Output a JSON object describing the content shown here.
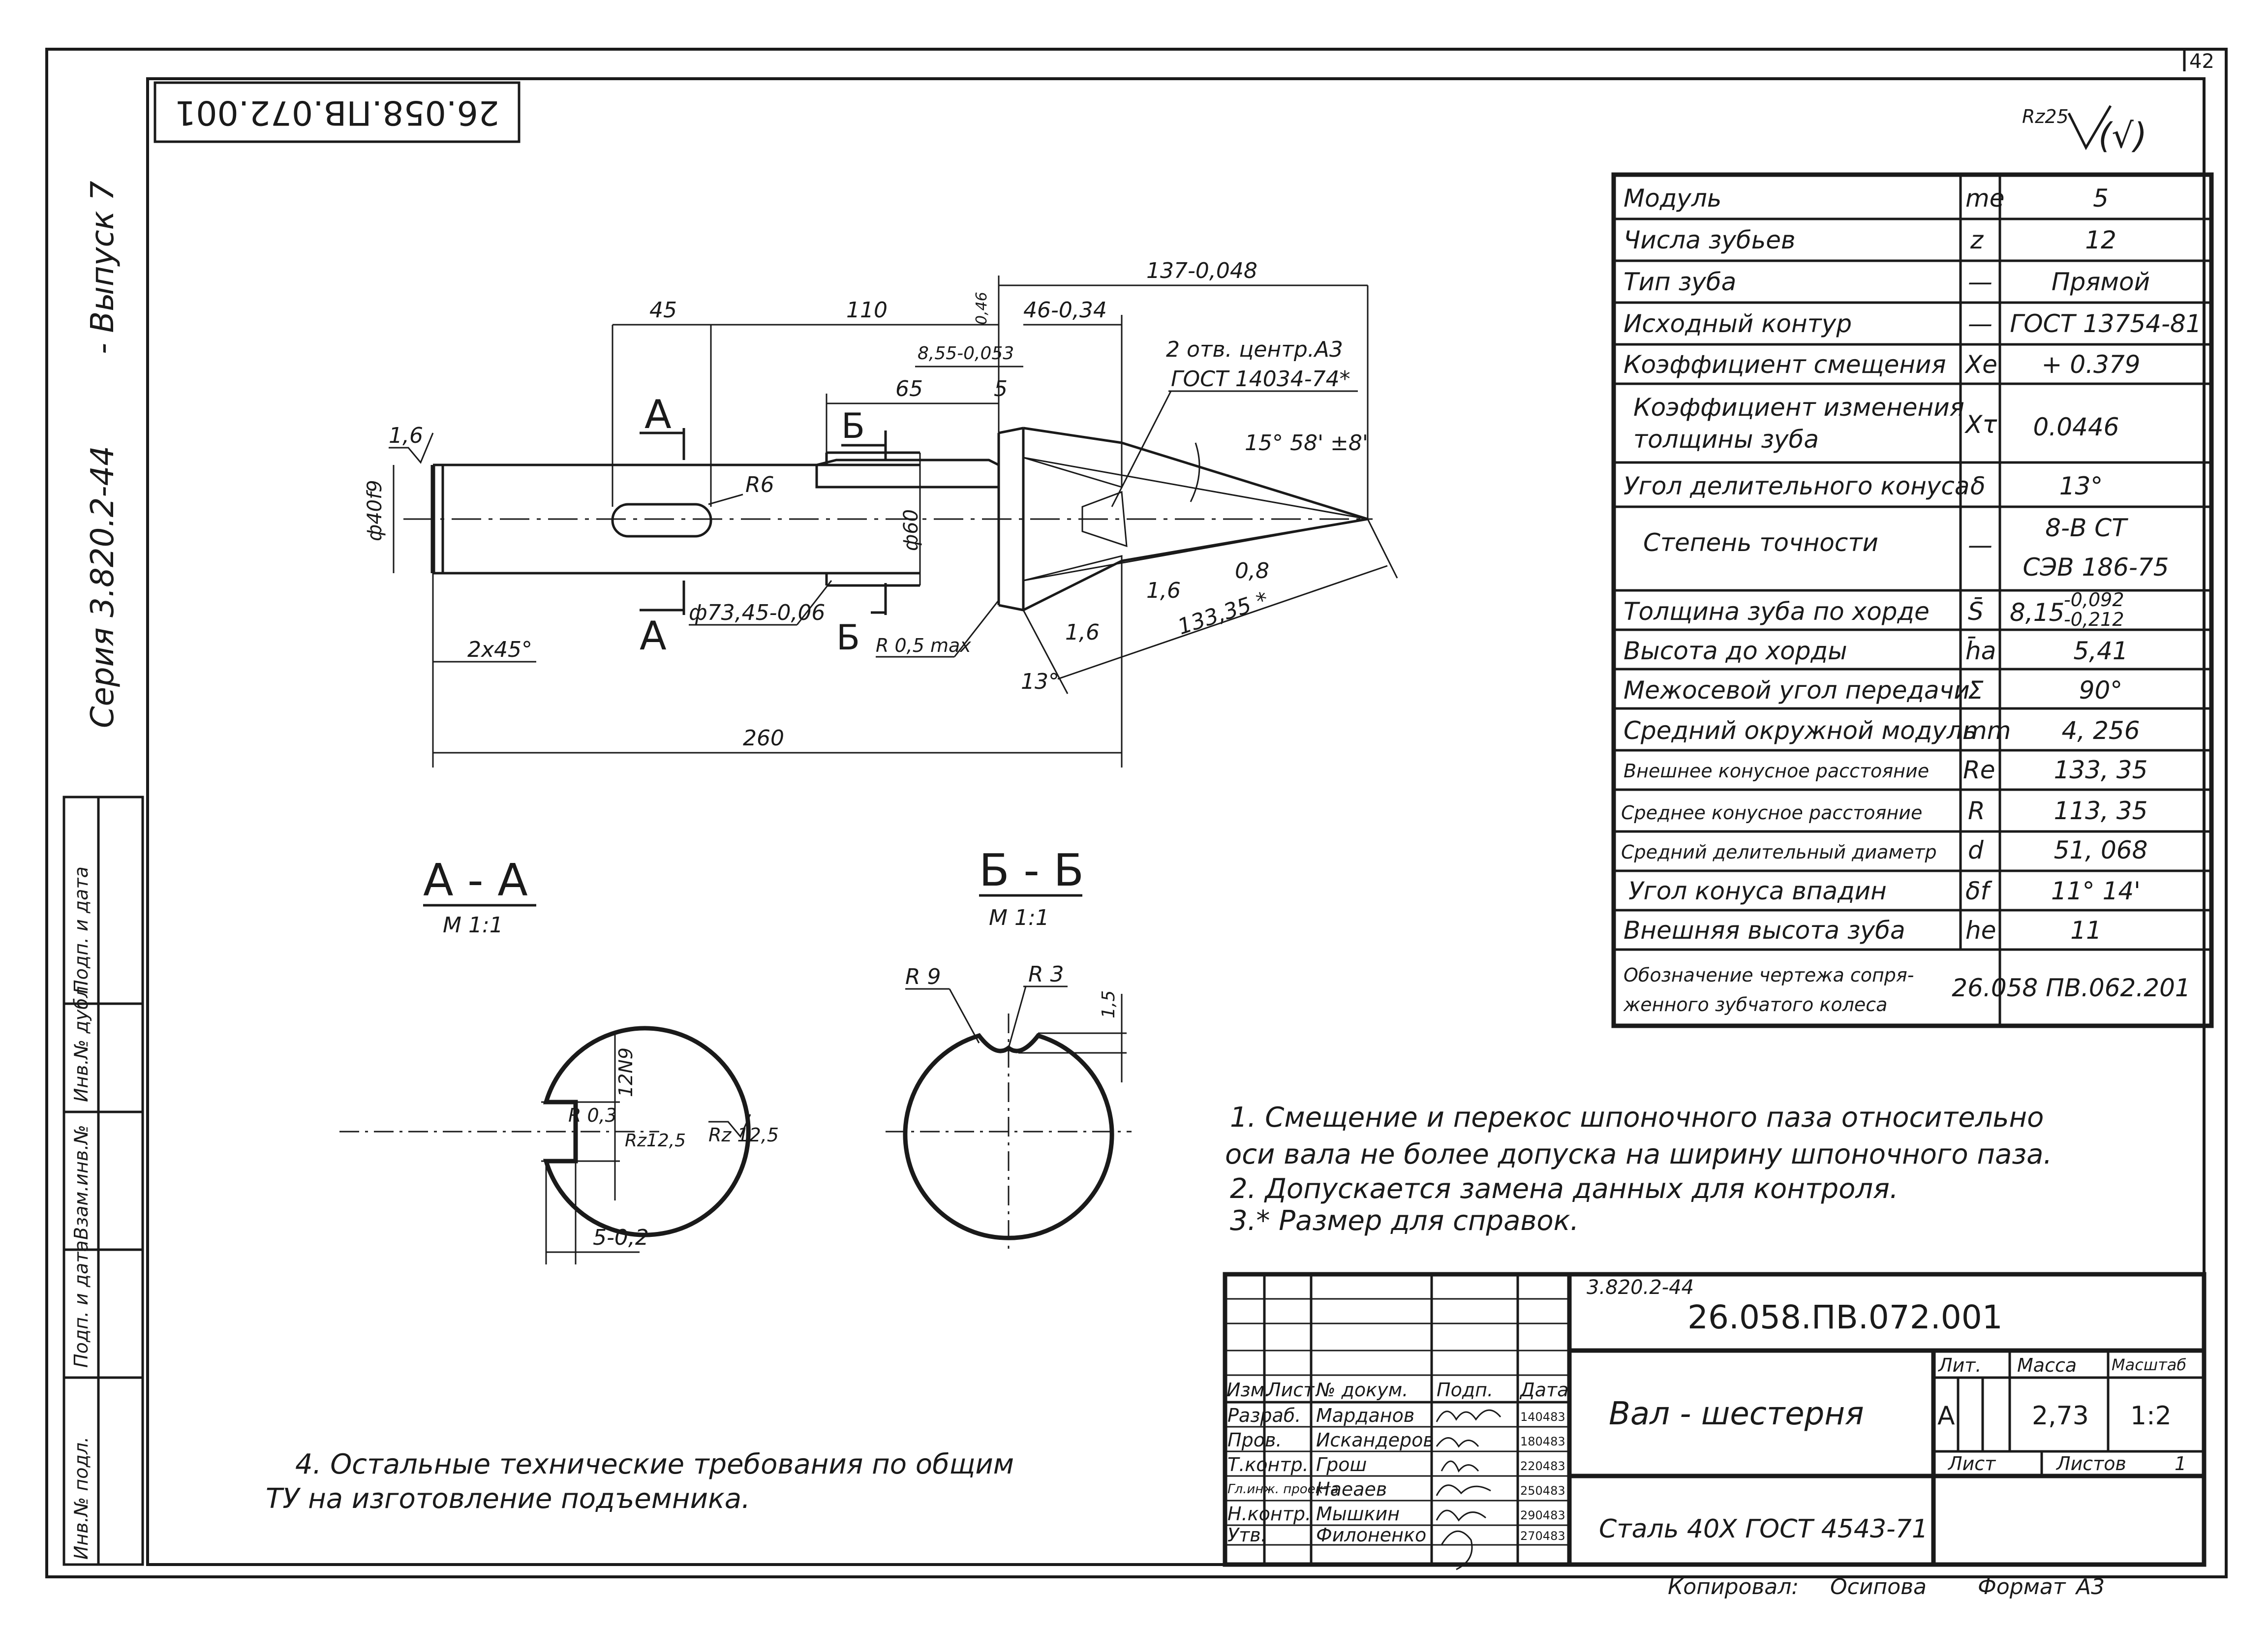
{
  "page_number": "42",
  "top_stamp": "26.058.ПВ.072.001",
  "roughness_mark": "Rz25",
  "roughness_mark_suffix": "(√)",
  "left_margin": {
    "series": "Серия 3.820.2-44",
    "issue": "- Выпуск 7"
  },
  "left_stamp_labels": [
    "Инв.№ подл.",
    "Подп. и дата",
    "Взам.инв.№",
    "Инв.№ дубл.",
    "Подп. и дата"
  ],
  "drawing": {
    "dims": {
      "d45": "45",
      "d110": "110",
      "d137": "137-0,048",
      "d046": "0,46",
      "d46": "46-0,34",
      "d855": "8,55-0,053",
      "d65": "65",
      "d5": "5",
      "holes1": "2 отв. центр.А3",
      "holes2": "ГОСТ 14034-74*",
      "angle": "15° 58' ±8'",
      "r16a": "1,6",
      "r6": "R6",
      "phi40": "ф40f9",
      "phi60": "ф60",
      "phi7345": "ф73,45-0,06",
      "r05": "R 0,5 max",
      "r16b": "1,6",
      "r16c": "1,6",
      "r08": "0,8",
      "d13335": "133,35 *",
      "a13": "13°",
      "chamfer": "2x45°",
      "d260": "260",
      "secA": "A",
      "secB": "Б"
    },
    "sectionAA": {
      "title": "А - А",
      "scale": "М 1:1",
      "w": "12N9",
      "r03": "R 0,3",
      "rz125a": "Rz12,5",
      "rz125b": "Rz 12,5",
      "d5": "5-0,2"
    },
    "sectionBB": {
      "title": "Б - Б",
      "scale": "М 1:1",
      "r9": "R 9",
      "r3": "R 3",
      "d15": "1,5"
    }
  },
  "param_table": [
    {
      "name": "Модуль",
      "sym": "me",
      "val": "5"
    },
    {
      "name": "Числа зубьев",
      "sym": "z",
      "val": "12"
    },
    {
      "name": "Тип зуба",
      "sym": "—",
      "val": "Прямой"
    },
    {
      "name": "Исходный контур",
      "sym": "—",
      "val": "ГОСТ 13754-81"
    },
    {
      "name": "Коэффициент смещения",
      "sym": "Xe",
      "val": "+ 0.379"
    },
    {
      "name": "Коэффициент изменения",
      "name2": "толщины зуба",
      "sym": "Xτ",
      "val": "0.0446"
    },
    {
      "name": "Угол делительного конуса",
      "sym": "δ",
      "val": "13°"
    },
    {
      "name": "Степень точности",
      "sym": "—",
      "val": "8-В СТ",
      "val2": "СЭВ 186-75"
    },
    {
      "name": "Толщина зуба по хорде",
      "sym": "S̄",
      "val": "8,15",
      "val_sup": "-0,092",
      "val_sub": "-0,212"
    },
    {
      "name": "Высота до хорды",
      "sym": "h̄a",
      "val": "5,41"
    },
    {
      "name": "Межосевой угол передачи",
      "sym": "Σ",
      "val": "90°"
    },
    {
      "name": "Средний окружной модуль",
      "sym": "mm",
      "val": "4, 256"
    },
    {
      "name": "Внешнее конусное расстояние",
      "sym": "Re",
      "val": "133, 35"
    },
    {
      "name": "Среднее конусное расстояние",
      "sym": "R",
      "val": "113, 35"
    },
    {
      "name": "Средний делительный диаметр",
      "sym": "d",
      "val": "51, 068"
    },
    {
      "name": "Угол конуса впадин",
      "sym": "δf",
      "val": "11° 14'"
    },
    {
      "name": "Внешняя высота зуба",
      "sym": "he",
      "val": "11"
    },
    {
      "name": "Обозначение чертежа сопря-",
      "name2": "женного зубчатого колеса",
      "sym": "",
      "val": "26.058 ПВ.062.201"
    }
  ],
  "notes": {
    "n1a": "1. Смещение и перекос шпоночного паза относительно",
    "n1b": "оси вала не более допуска на ширину шпоночного паза.",
    "n2": "2. Допускается замена данных для контроля.",
    "n3": "3.* Размер для справок.",
    "n4a": "4. Остальные технические требования по общим",
    "n4b": "ТУ на изготовление подъемника."
  },
  "title_block": {
    "series_small": "3.820.2-44",
    "designation": "26.058.ПВ.072.001",
    "header_cols": [
      "Изм.",
      "Лист",
      "№ докум.",
      "Подп.",
      "Дата"
    ],
    "roles": [
      {
        "role": "Разраб.",
        "name": "Марданов",
        "date": "140483"
      },
      {
        "role": "Пров.",
        "name": "Искандеров",
        "date": "180483"
      },
      {
        "role": "Т.контр.",
        "name": "Грош",
        "date": "220483"
      },
      {
        "role": "Гл.инж. проекта",
        "name": "Наеaев",
        "date": "250483"
      },
      {
        "role": "Н.контр.",
        "name": "Мышкин",
        "date": "290483"
      },
      {
        "role": "Утв.",
        "name": "Филоненко",
        "date": "270483"
      }
    ],
    "part_name": "Вал - шестерня",
    "lit_label": "Лит.",
    "lit_value": "А",
    "mass_label": "Масса",
    "mass_value": "2,73",
    "scale_label": "Масштаб",
    "scale_value": "1:2",
    "sheet_label": "Лист",
    "sheets_label": "Листов",
    "sheets_value": "1",
    "material": "Сталь 40Х ГОСТ 4543-71"
  },
  "footer": {
    "copied": "Копировал:",
    "copier": "Осипова",
    "format_label": "Формат",
    "format_value": "А3"
  }
}
